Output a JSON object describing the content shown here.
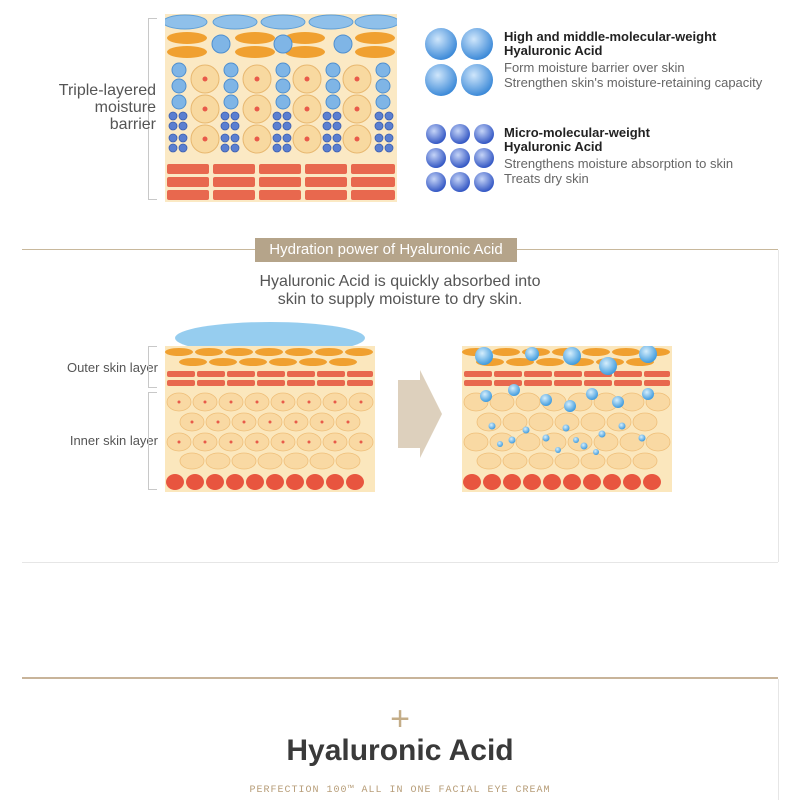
{
  "top": {
    "barrier_label": [
      "Triple-layered",
      "moisture",
      "barrier"
    ],
    "high_weight": {
      "title": [
        "High and middle-molecular-weight",
        "Hyaluronic Acid"
      ],
      "desc": [
        "Form moisture barrier over skin",
        "Strengthen skin's moisture-retaining capacity"
      ]
    },
    "micro_weight": {
      "title": [
        "Micro-molecular-weight",
        "Hyaluronic Acid"
      ],
      "desc": [
        "Strengthens moisture absorption to skin",
        "Treats dry skin"
      ]
    }
  },
  "hydration": {
    "heading": "Hydration power of Hyaluronic Acid",
    "subtitle": [
      "Hyaluronic Acid is quickly absorbed into",
      "skin to supply moisture to dry skin."
    ],
    "outer_label": "Outer skin layer",
    "inner_label": "Inner skin layer"
  },
  "footer": {
    "plus": "+",
    "title": "Hyaluronic Acid",
    "tagline": "PERFECTION 100™ ALL IN ONE FACIAL EYE CREAM"
  },
  "colors": {
    "orange": "#f0a030",
    "red": "#e85a4a",
    "cream": "#fae6b8",
    "blue": "#5aa0e0",
    "accent_bar": "#b5a48a"
  }
}
